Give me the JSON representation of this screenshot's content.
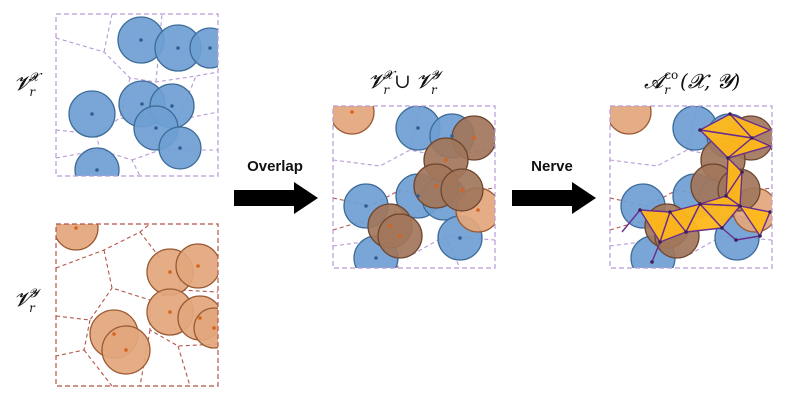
{
  "labels": {
    "vx_base": "𝓥",
    "vx_sub": "r",
    "vx_sup": "𝓧",
    "vy_base": "𝓥",
    "vy_sub": "r",
    "vy_sup": "𝓨",
    "union_left_base": "𝓥",
    "union_left_sub": "r",
    "union_left_sup": "𝓧",
    "union_op": "∪",
    "union_right_base": "𝓥",
    "union_right_sub": "r",
    "union_right_sup": "𝓨",
    "complex_base": "𝓐",
    "complex_sub": "r",
    "complex_sup": "co",
    "complex_args": "(𝓧, 𝓨)"
  },
  "arrows": {
    "overlap": "Overlap",
    "nerve": "Nerve"
  },
  "colors": {
    "blue_fill": "#6f9fd3",
    "blue_stroke": "#3e6c99",
    "orange_fill": "#e2a77c",
    "orange_stroke": "#9b5a33",
    "overlap_fill": "#a2765b",
    "purple_dash": "#b79ad8",
    "red_dash": "#b45549",
    "nerve_fill": "#ffb81a",
    "nerve_edge": "#6a2d8f"
  }
}
